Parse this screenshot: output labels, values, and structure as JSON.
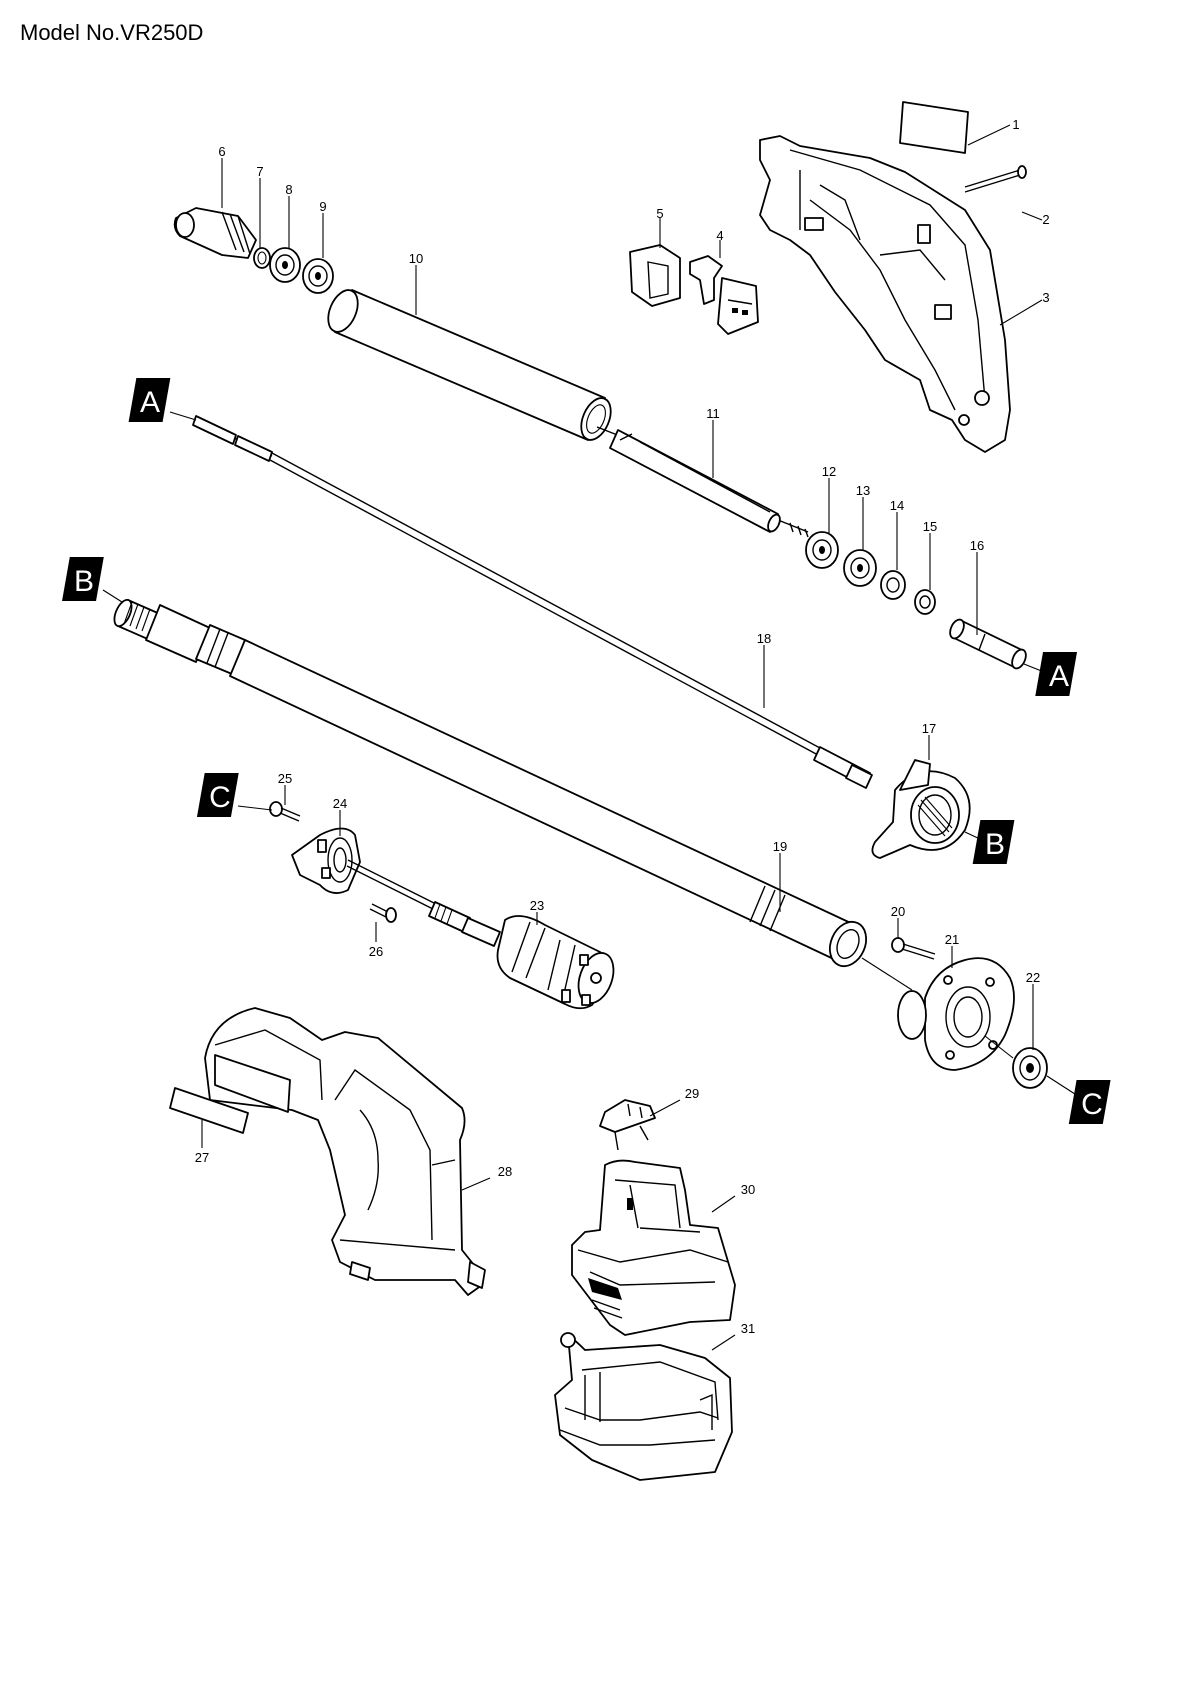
{
  "header": {
    "model_label": "Model No.VR250D"
  },
  "part_numbers": [
    "1",
    "2",
    "3",
    "4",
    "5",
    "6",
    "7",
    "8",
    "9",
    "10",
    "11",
    "12",
    "13",
    "14",
    "15",
    "16",
    "17",
    "18",
    "19",
    "20",
    "21",
    "22",
    "23",
    "24",
    "25",
    "26",
    "27",
    "28",
    "29",
    "30",
    "31"
  ],
  "markers": {
    "a_left": "A",
    "a_right": "A",
    "b_left": "B",
    "b_right": "B",
    "c_left": "C",
    "c_right": "C"
  },
  "colors": {
    "ink": "#000000",
    "paper": "#ffffff"
  }
}
